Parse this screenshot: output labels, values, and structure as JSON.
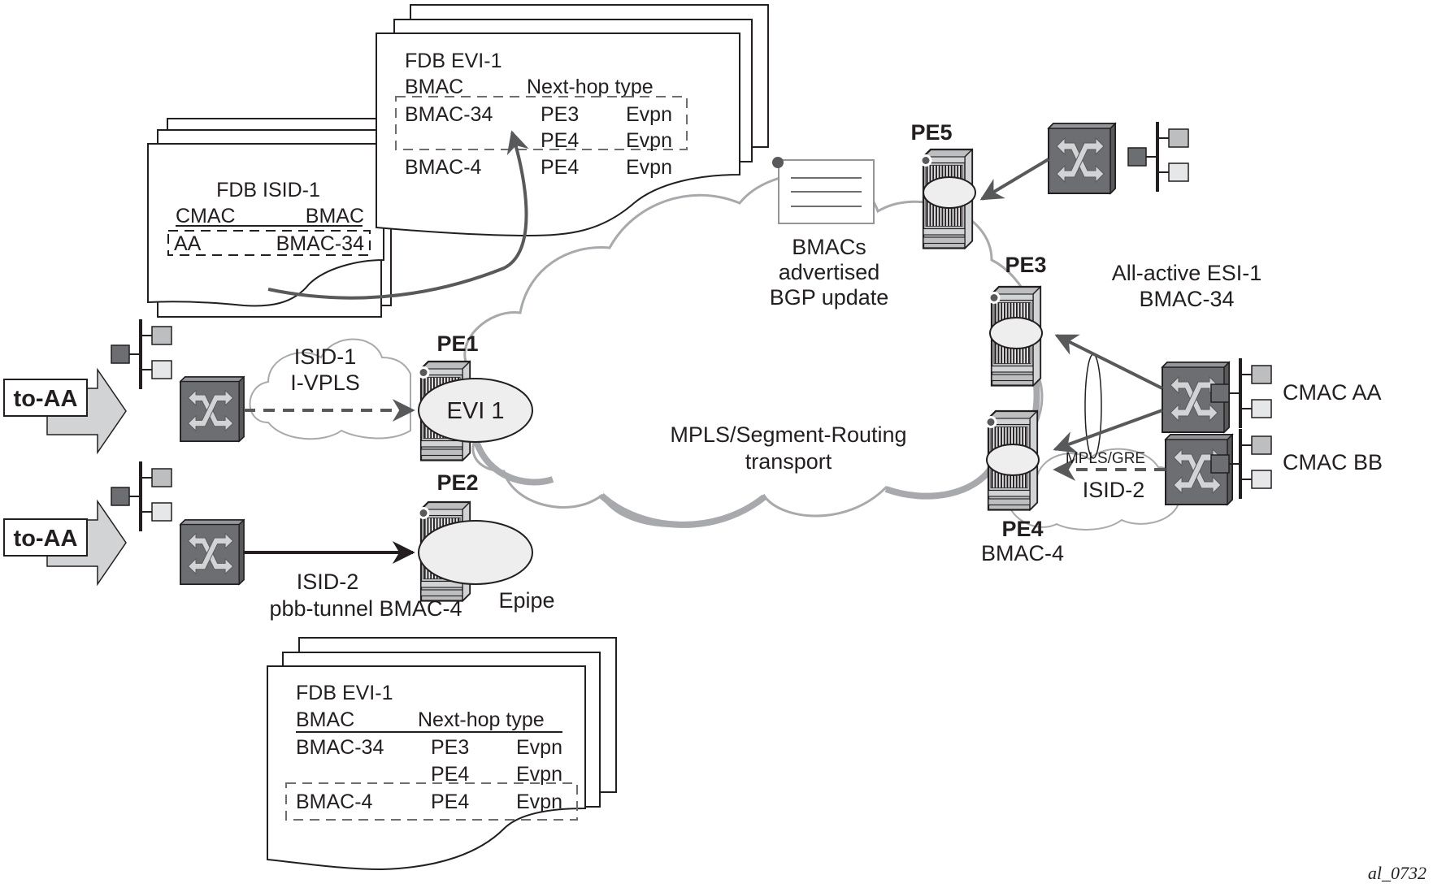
{
  "diagram": {
    "figure_id": "al_0732",
    "colors": {
      "ink": "#231f20",
      "cloud_stroke": "#a7a9ac",
      "arrow_gray": "#58595b",
      "switch_fill": "#6d6e71",
      "router_body": "#bcbec0",
      "ellipse_fill": "#eeeeee",
      "host_dark": "#6d6e71",
      "host_mid": "#bcbec0",
      "host_light": "#e6e7e8"
    },
    "fdb_isid1": {
      "title": "FDB ISID-1",
      "headers": [
        "CMAC",
        "BMAC"
      ],
      "rows": [
        {
          "cmac": "AA",
          "bmac": "BMAC-34",
          "highlighted": true
        }
      ]
    },
    "fdb_evi1_top": {
      "title": "FDB EVI-1",
      "headers": [
        "BMAC",
        "Next-hop type"
      ],
      "rows": [
        {
          "bmac": "BMAC-34",
          "next_hop": "PE3",
          "type": "Evpn",
          "highlighted": true
        },
        {
          "bmac": "",
          "next_hop": "PE4",
          "type": "Evpn",
          "highlighted": true
        },
        {
          "bmac": "BMAC-4",
          "next_hop": "PE4",
          "type": "Evpn",
          "highlighted": false
        }
      ]
    },
    "fdb_evi1_bottom": {
      "title": "FDB EVI-1",
      "headers": [
        "BMAC",
        "Next-hop type"
      ],
      "rows": [
        {
          "bmac": "BMAC-34",
          "next_hop": "PE3",
          "type": "Evpn",
          "highlighted": false
        },
        {
          "bmac": "",
          "next_hop": "PE4",
          "type": "Evpn",
          "highlighted": false
        },
        {
          "bmac": "BMAC-4",
          "next_hop": "PE4",
          "type": "Evpn",
          "highlighted": true
        }
      ]
    },
    "bgp_update": {
      "lines": [
        "BMACs",
        "advertised",
        "BGP update"
      ]
    },
    "core_cloud": {
      "lines": [
        "MPLS/Segment-Routing",
        "transport"
      ]
    },
    "routers": {
      "pe1": {
        "label": "PE1",
        "service": "EVI 1"
      },
      "pe2": {
        "label": "PE2",
        "service": "",
        "service_caption": "Epipe"
      },
      "pe3": {
        "label": "PE3"
      },
      "pe4": {
        "label": "PE4",
        "sublabel": "BMAC-4"
      },
      "pe5": {
        "label": "PE5"
      }
    },
    "isid1_cloud": {
      "lines": [
        "ISID-1",
        "I-VPLS"
      ]
    },
    "isid2_link": {
      "lines": [
        "ISID-2",
        "pbb-tunnel BMAC-4"
      ]
    },
    "isid2_cloud": {
      "label": "ISID-2",
      "transport": "MPLS/GRE"
    },
    "esi": {
      "lines": [
        "All-active ESI-1",
        "BMAC-34"
      ]
    },
    "cmac_labels": [
      "CMAC AA",
      "CMAC BB"
    ],
    "to_aa": [
      "to-AA",
      "to-AA"
    ]
  }
}
